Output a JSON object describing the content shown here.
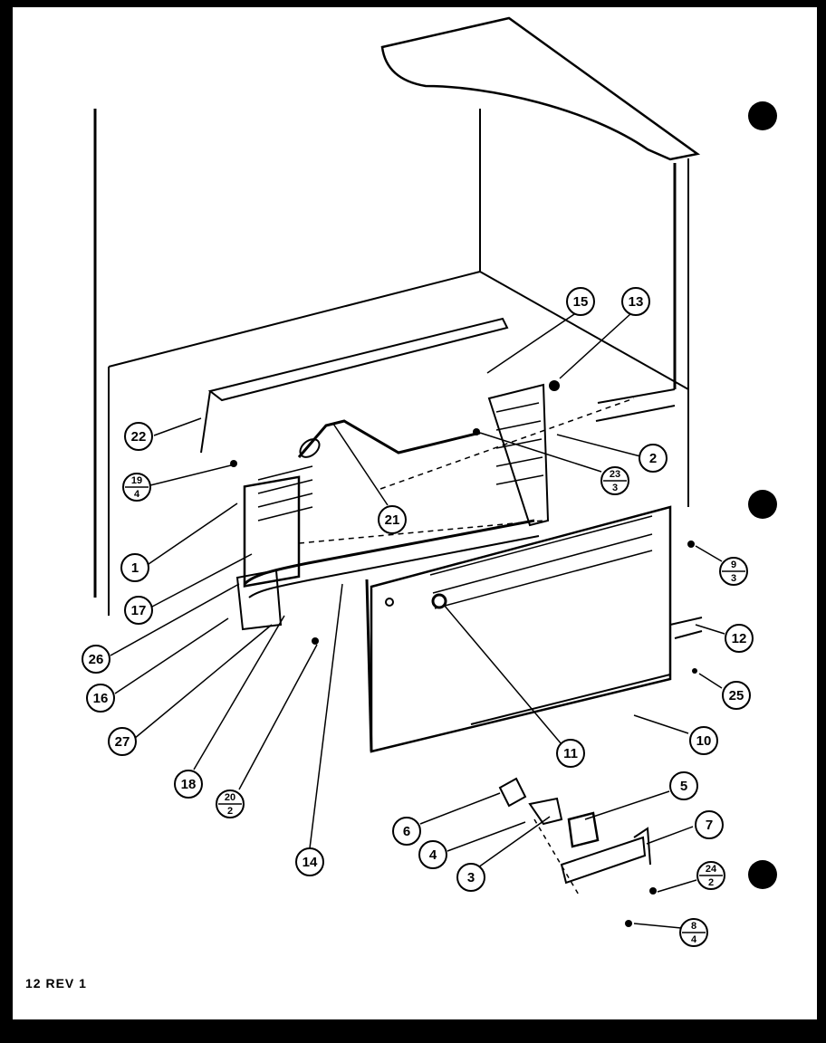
{
  "footer": {
    "text": "12 REV 1"
  },
  "callouts": [
    {
      "id": "c1",
      "label": "1"
    },
    {
      "id": "c2",
      "label": "2"
    },
    {
      "id": "c3",
      "label": "3"
    },
    {
      "id": "c4",
      "label": "4"
    },
    {
      "id": "c5",
      "label": "5"
    },
    {
      "id": "c6",
      "label": "6"
    },
    {
      "id": "c7",
      "label": "7"
    },
    {
      "id": "c10",
      "label": "10"
    },
    {
      "id": "c11",
      "label": "11"
    },
    {
      "id": "c12",
      "label": "12"
    },
    {
      "id": "c13",
      "label": "13"
    },
    {
      "id": "c14",
      "label": "14"
    },
    {
      "id": "c15",
      "label": "15"
    },
    {
      "id": "c16",
      "label": "16"
    },
    {
      "id": "c17",
      "label": "17"
    },
    {
      "id": "c18",
      "label": "18"
    },
    {
      "id": "c21",
      "label": "21"
    },
    {
      "id": "c22",
      "label": "22"
    },
    {
      "id": "c25",
      "label": "25"
    },
    {
      "id": "c26",
      "label": "26"
    },
    {
      "id": "c27",
      "label": "27"
    }
  ],
  "fraction_callouts": [
    {
      "id": "f19",
      "top": "19",
      "bottom": "4"
    },
    {
      "id": "f23",
      "top": "23",
      "bottom": "3"
    },
    {
      "id": "f9",
      "top": "9",
      "bottom": "3"
    },
    {
      "id": "f20",
      "top": "20",
      "bottom": "2"
    },
    {
      "id": "f24",
      "top": "24",
      "bottom": "2"
    },
    {
      "id": "f8",
      "top": "8",
      "bottom": "4"
    }
  ]
}
